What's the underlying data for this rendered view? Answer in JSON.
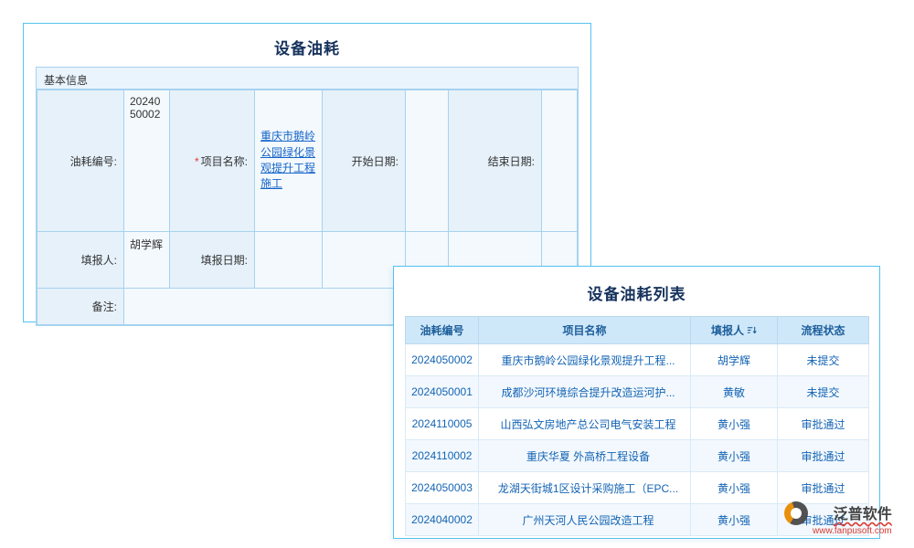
{
  "form_panel": {
    "title": "设备油耗",
    "section_title": "基本信息",
    "fuel_no": {
      "label": "油耗编号:",
      "value": "2024050002"
    },
    "project": {
      "label": "项目名称:",
      "required_mark": "*",
      "value": "重庆市鹅岭公园绿化景观提升工程施工"
    },
    "start_date": {
      "label": "开始日期:",
      "value": ""
    },
    "end_date": {
      "label": "结束日期:",
      "value": ""
    },
    "reporter": {
      "label": "填报人:",
      "value": "胡学辉"
    },
    "report_date": {
      "label": "填报日期:",
      "value": ""
    },
    "remark": {
      "label": "备注:",
      "value": ""
    }
  },
  "list_panel": {
    "title": "设备油耗列表",
    "columns": [
      "油耗编号",
      "项目名称",
      "填报人",
      "流程状态"
    ],
    "sort_icon": "sort-icon",
    "rows": [
      {
        "no": "2024050002",
        "project": "重庆市鹅岭公园绿化景观提升工程...",
        "reporter": "胡学辉",
        "status": "未提交",
        "status_type": "pending"
      },
      {
        "no": "2024050001",
        "project": "成都沙河环境综合提升改造运河护...",
        "reporter": "黄敏",
        "status": "未提交",
        "status_type": "pending"
      },
      {
        "no": "2024110005",
        "project": "山西弘文房地产总公司电气安装工程",
        "reporter": "黄小强",
        "status": "审批通过",
        "status_type": "approved"
      },
      {
        "no": "2024110002",
        "project": "重庆华夏 外高桥工程设备",
        "reporter": "黄小强",
        "status": "审批通过",
        "status_type": "approved"
      },
      {
        "no": "2024050003",
        "project": "龙湖天街城1区设计采购施工（EPC...",
        "reporter": "黄小强",
        "status": "审批通过",
        "status_type": "approved"
      },
      {
        "no": "2024040002",
        "project": "广州天河人民公园改造工程",
        "reporter": "黄小强",
        "status": "审批通过",
        "status_type": "approved"
      }
    ]
  },
  "watermark": {
    "brand": "泛普软件",
    "url": "www.fanpusoft.com",
    "logo_icon": "fanpu-logo-icon"
  },
  "colors": {
    "panel_border": "#55c3f2",
    "grid_border": "#a6d2ef",
    "table_header_bg": "#cfe8f9",
    "link_blue": "#1464c8",
    "status_pending": "#1464c8",
    "status_approved": "#2aa14d",
    "required_red": "#e53935",
    "brand_red": "#d93025"
  }
}
